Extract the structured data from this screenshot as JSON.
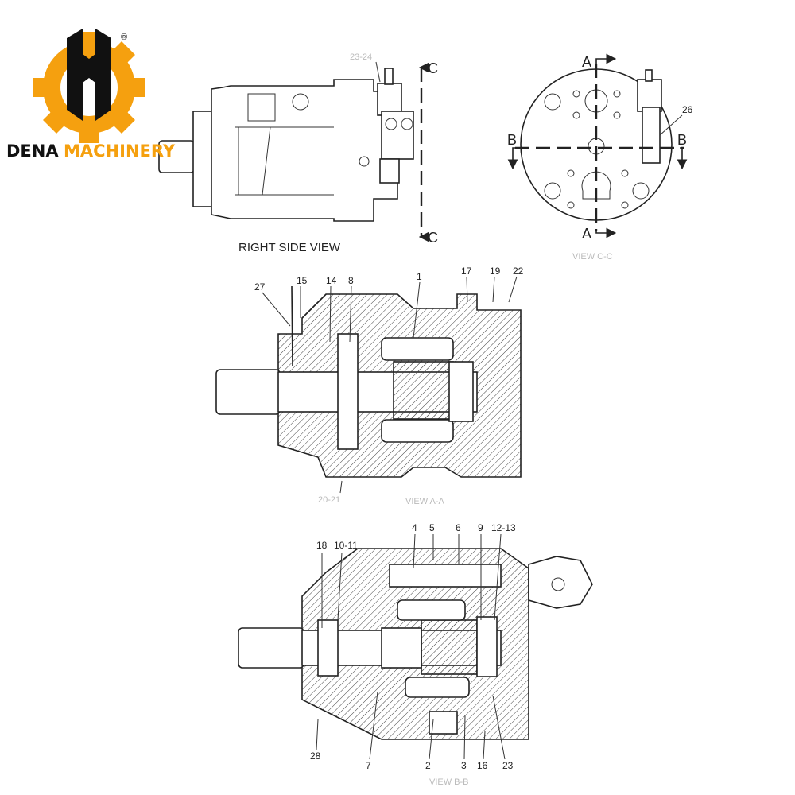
{
  "logo": {
    "brand_black": "DENA",
    "brand_orange": "MACHINERY",
    "registered": "®",
    "colors": {
      "gear": "#f5a00f",
      "mark": "#111111"
    }
  },
  "right_side_view": {
    "caption": "RIGHT SIDE VIEW",
    "callout": "23-24",
    "section_marks": [
      "C",
      "C"
    ]
  },
  "view_cc": {
    "caption": "VIEW C-C",
    "section_marks": {
      "a_top": "A",
      "a_bottom": "A",
      "b_left": "B",
      "b_right": "B"
    },
    "callout": "26"
  },
  "section_aa": {
    "caption": "VIEW A-A",
    "callouts": [
      "27",
      "15",
      "14",
      "8",
      "1",
      "17",
      "19",
      "22"
    ],
    "bottom_callout": "20-21"
  },
  "section_bb": {
    "caption": "VIEW B-B",
    "top_callouts": [
      "18",
      "10-11",
      "4",
      "5",
      "6",
      "9",
      "12-13"
    ],
    "bottom_callouts": [
      "28",
      "7",
      "2",
      "3",
      "16",
      "23"
    ]
  }
}
